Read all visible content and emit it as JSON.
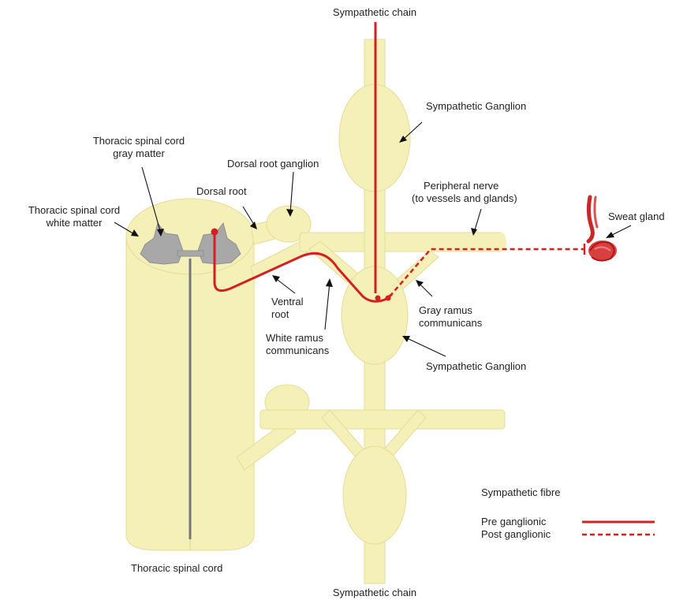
{
  "labels": {
    "sympathetic_chain_top": "Sympathetic chain",
    "sympathetic_chain_bottom": "Sympathetic chain",
    "sympathetic_ganglion_upper": "Sympathetic Ganglion",
    "sympathetic_ganglion_lower": "Sympathetic Ganglion",
    "gray_matter_line1": "Thoracic spinal cord",
    "gray_matter_line2": "gray matter",
    "white_matter_line1": "Thoracic spinal cord",
    "white_matter_line2": "white matter",
    "dorsal_root_ganglion": "Dorsal root ganglion",
    "dorsal_root": "Dorsal root",
    "peripheral_nerve_line1": "Peripheral nerve",
    "peripheral_nerve_line2": "(to vessels and glands)",
    "sweat_gland": "Sweat gland",
    "ventral_root_line1": "Ventral",
    "ventral_root_line2": "root",
    "white_ramus_line1": "White ramus",
    "white_ramus_line2": "communicans",
    "gray_ramus_line1": "Gray ramus",
    "gray_ramus_line2": "communicans",
    "thoracic_spinal_cord": "Thoracic spinal cord"
  },
  "legend": {
    "title": "Sympathetic fibre",
    "pre_label": "Pre ganglionic",
    "post_label": "Post ganglionic"
  },
  "colors": {
    "nerve_fill": "#f5f0b8",
    "nerve_edge": "#e4dc96",
    "gray_matter": "#a8a8a8",
    "fibre": "#d42020",
    "gland": "#d84040"
  }
}
